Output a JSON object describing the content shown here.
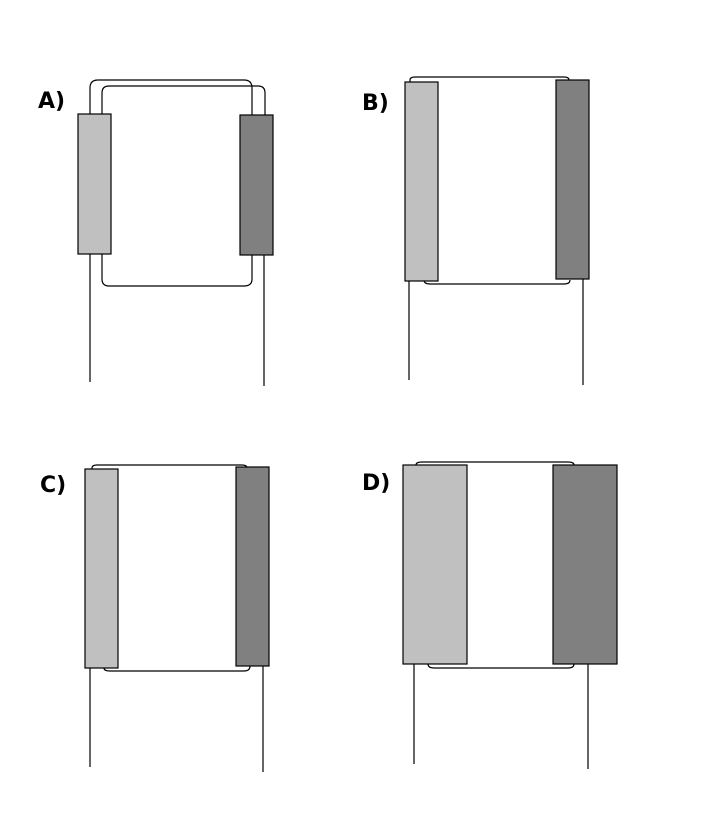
{
  "colors": {
    "background": "#ffffff",
    "coil_light": "#c0c0c0",
    "coil_dark": "#808080",
    "outline": "#000000"
  },
  "panels": [
    {
      "id": "a",
      "label": "A)"
    },
    {
      "id": "b",
      "label": "B)"
    },
    {
      "id": "c",
      "label": "C)"
    },
    {
      "id": "d",
      "label": "D)"
    }
  ]
}
